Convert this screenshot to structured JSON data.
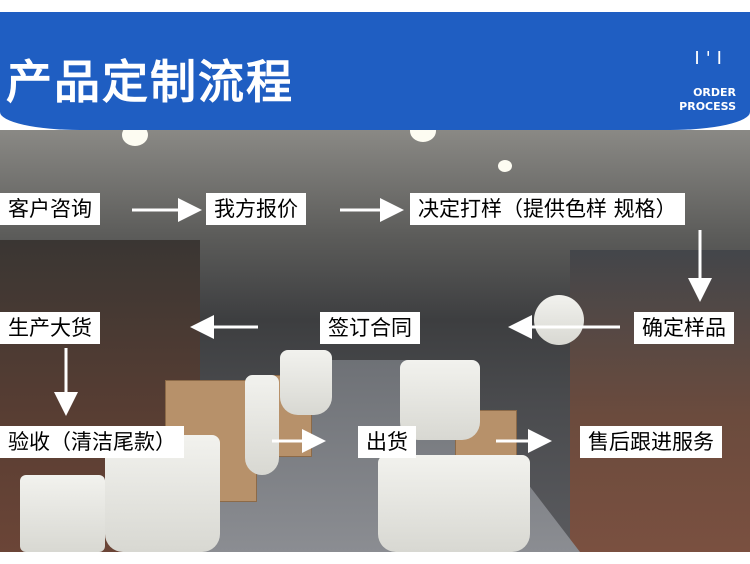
{
  "header": {
    "title": "产品定制流程",
    "subtitle_line1": "ORDER",
    "subtitle_line2": "PROCESS",
    "marks": "I'I"
  },
  "steps": {
    "consult": "客户咨询",
    "quote": "我方报价",
    "sample": "决定打样（提供色样 规格）",
    "confirm": "确定样品",
    "contract": "签订合同",
    "production": "生产大货",
    "inspect": "验收（清洁尾款）",
    "ship": "出货",
    "after_sales": "售后跟进服务"
  },
  "colors": {
    "banner": "#1f5ec2",
    "label_bg": "#ffffff",
    "arrow": "#ffffff"
  }
}
